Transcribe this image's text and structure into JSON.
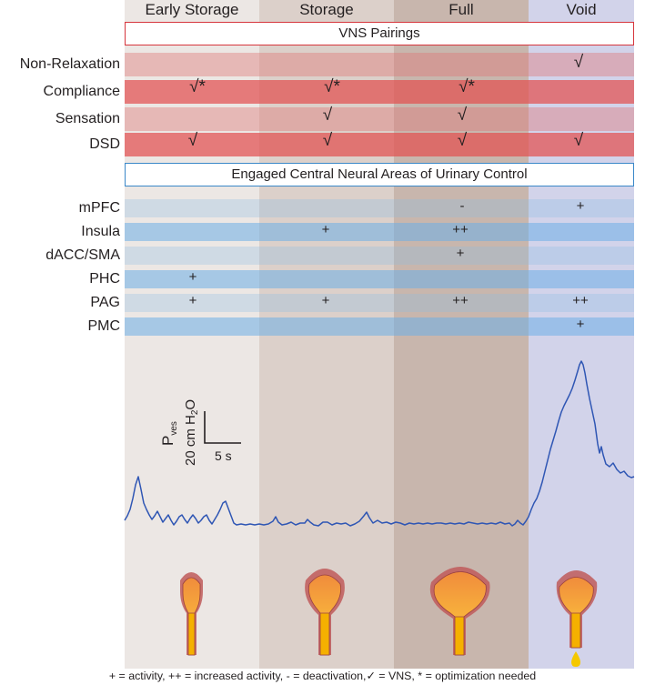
{
  "phases": [
    "Early Storage",
    "Storage",
    "Full",
    "Void"
  ],
  "colors": {
    "phase_backgrounds": [
      "#ece7e4",
      "#dcd0ca",
      "#c8b6ad",
      "#d2d3ea"
    ],
    "vns_box_border": "#d6353c",
    "brain_box_border": "#3a88c8",
    "trace": "#2f56b4",
    "bladder_fill_top": "#f08c3c",
    "bladder_fill_bottom": "#ffd23c",
    "bladder_wall": "#c05a5a"
  },
  "vns_section": {
    "title": "VNS Pairings",
    "rows": [
      {
        "label": "Non-Relaxation",
        "cells": [
          "",
          "",
          "",
          "√"
        ]
      },
      {
        "label": "Compliance",
        "cells": [
          "√*",
          "√*",
          "√*",
          ""
        ]
      },
      {
        "label": "Sensation",
        "cells": [
          "",
          "√",
          "√",
          ""
        ]
      },
      {
        "label": "DSD",
        "cells": [
          "√",
          "√",
          "√",
          "√"
        ]
      }
    ]
  },
  "brain_section": {
    "title": "Engaged Central Neural Areas of Urinary Control",
    "rows": [
      {
        "label": "mPFC",
        "cells": [
          "",
          "",
          "-",
          "+"
        ]
      },
      {
        "label": "Insula",
        "cells": [
          "",
          "+",
          "++",
          ""
        ]
      },
      {
        "label": "dACC/SMA",
        "cells": [
          "",
          "",
          "+",
          ""
        ]
      },
      {
        "label": "PHC",
        "cells": [
          "+",
          "",
          "",
          ""
        ]
      },
      {
        "label": "PAG",
        "cells": [
          "+",
          "+",
          "++",
          "++"
        ]
      },
      {
        "label": "PMC",
        "cells": [
          "",
          "",
          "",
          "+"
        ]
      }
    ]
  },
  "scale_bar": {
    "y_label": "P",
    "y_label_sub": "ves",
    "y_value": "20 cm H",
    "y_value_sub": "2",
    "y_value_end": "O",
    "x_value": "5 s"
  },
  "legend": "+ = activity, ++ = increased activity,  - = deactivation,✓ = VNS, * = optimization needed"
}
